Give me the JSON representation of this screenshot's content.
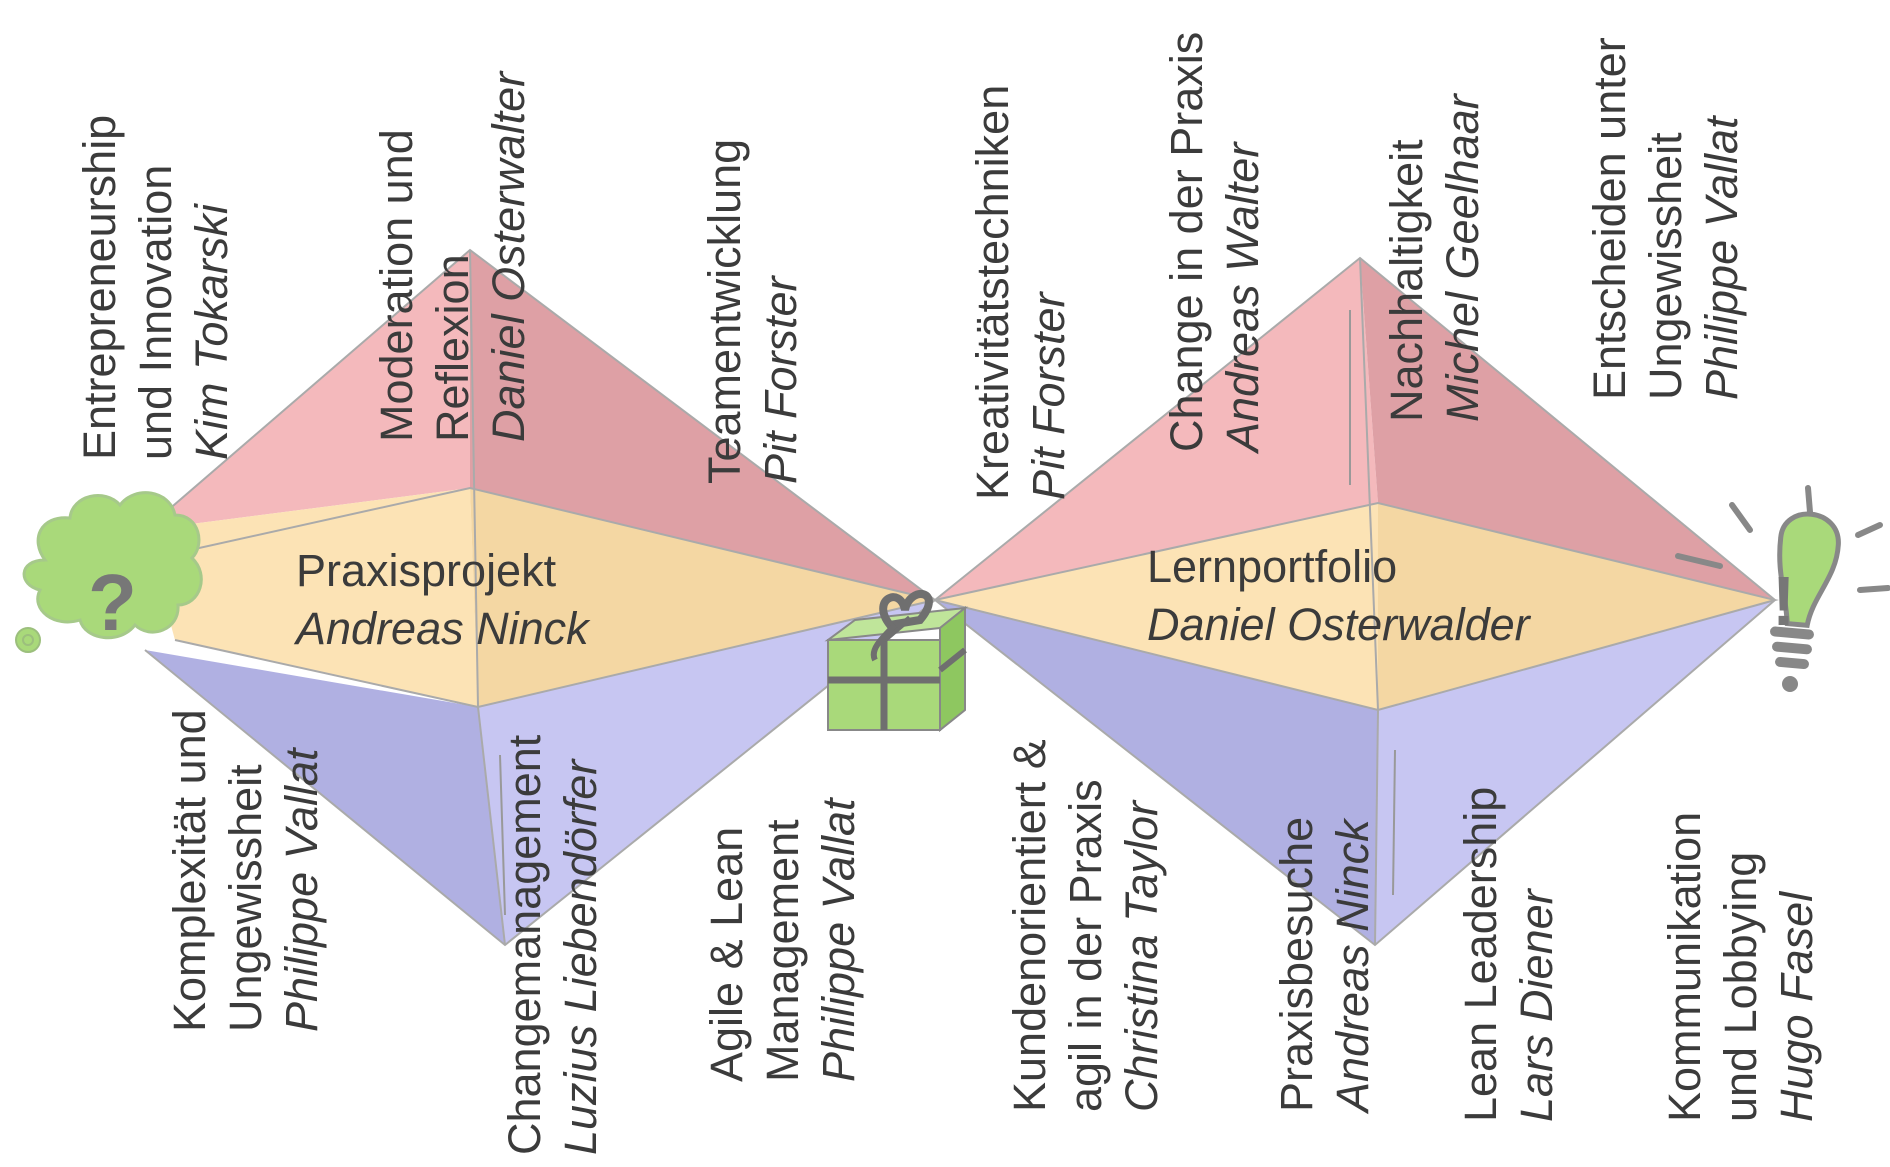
{
  "colors": {
    "red": "#f4b9bc",
    "red_dark": "#dea0a5",
    "yellow": "#fce3b5",
    "yellow_dark": "#f4d7a3",
    "blue": "#c7c6f2",
    "blue_dark": "#b0b0e2",
    "green": "#a9d97a",
    "gray": "#777777",
    "text": "#3b3b3b"
  },
  "icons": {
    "start": "question-cloud-icon",
    "start_glyph": "?",
    "middle": "gift-box-icon",
    "end": "light-bulb-icon",
    "end_glyph": "!"
  },
  "center_modules": [
    {
      "title": "Praxisprojekt",
      "lecturer": "Andreas Ninck"
    },
    {
      "title": "Lernportfolio",
      "lecturer": "Daniel Osterwalder"
    }
  ],
  "top_modules": [
    {
      "lines": [
        "Entrepreneurship",
        "und Innovation"
      ],
      "lecturer": "Kim Tokarski"
    },
    {
      "lines": [
        "Moderation und",
        "Reflexion"
      ],
      "lecturer": "Daniel Osterwalter"
    },
    {
      "lines": [
        "Teamentwicklung"
      ],
      "lecturer": "Pit Forster"
    },
    {
      "lines": [
        "Kreativitätstechniken"
      ],
      "lecturer": "Pit Forster"
    },
    {
      "lines": [
        "Change in der Praxis"
      ],
      "lecturer": "Andreas Walter"
    },
    {
      "lines": [
        "Nachhaltigkeit"
      ],
      "lecturer": "Michel Geelhaar"
    },
    {
      "lines": [
        "Entscheiden unter",
        "Ungewissheit"
      ],
      "lecturer": "Philippe Vallat"
    }
  ],
  "bottom_modules": [
    {
      "lines": [
        "Komplexität und",
        "Ungewissheit"
      ],
      "lecturer": "Philippe Vallat"
    },
    {
      "lines": [
        "Changemanagement"
      ],
      "lecturer": "Luzius Liebendörfer"
    },
    {
      "lines": [
        "Agile & Lean",
        "Management"
      ],
      "lecturer": "Philippe Vallat"
    },
    {
      "lines": [
        "Kundenorientiert &",
        "agil in der Praxis"
      ],
      "lecturer": "Christina Taylor"
    },
    {
      "lines": [
        "Praxisbesuche"
      ],
      "lecturer": "Andreas Ninck"
    },
    {
      "lines": [
        "Lean Leadership"
      ],
      "lecturer": "Lars Diener"
    },
    {
      "lines": [
        "Kommunikation",
        "und Lobbying"
      ],
      "lecturer": "Hugo Fasel"
    }
  ]
}
